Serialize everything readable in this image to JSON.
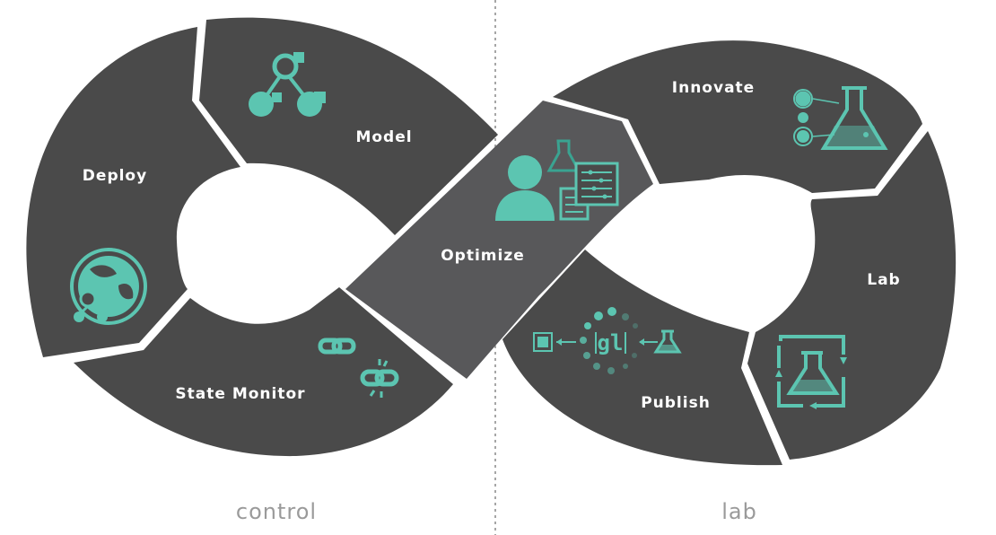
{
  "diagram": {
    "segments": [
      {
        "label": "Model",
        "icon": "model-graph-icon"
      },
      {
        "label": "Deploy",
        "icon": "globe-network-icon"
      },
      {
        "label": "State Monitor",
        "icon": "chain-link-icon"
      },
      {
        "label": "Optimize",
        "icon": "user-flask-settings-icon"
      },
      {
        "label": "Innovate",
        "icon": "nodes-flask-icon"
      },
      {
        "label": "Lab",
        "icon": "flask-cycle-icon"
      },
      {
        "label": "Publish",
        "icon": "gl-publish-icon"
      }
    ],
    "sections": {
      "left": "control",
      "right": "lab"
    }
  },
  "colors": {
    "segment_dark": "#4a4a4a",
    "segment_mid": "#58585a",
    "accent": "#5cc5b1",
    "footer_text": "#9a9a9a",
    "divider": "#888888"
  }
}
